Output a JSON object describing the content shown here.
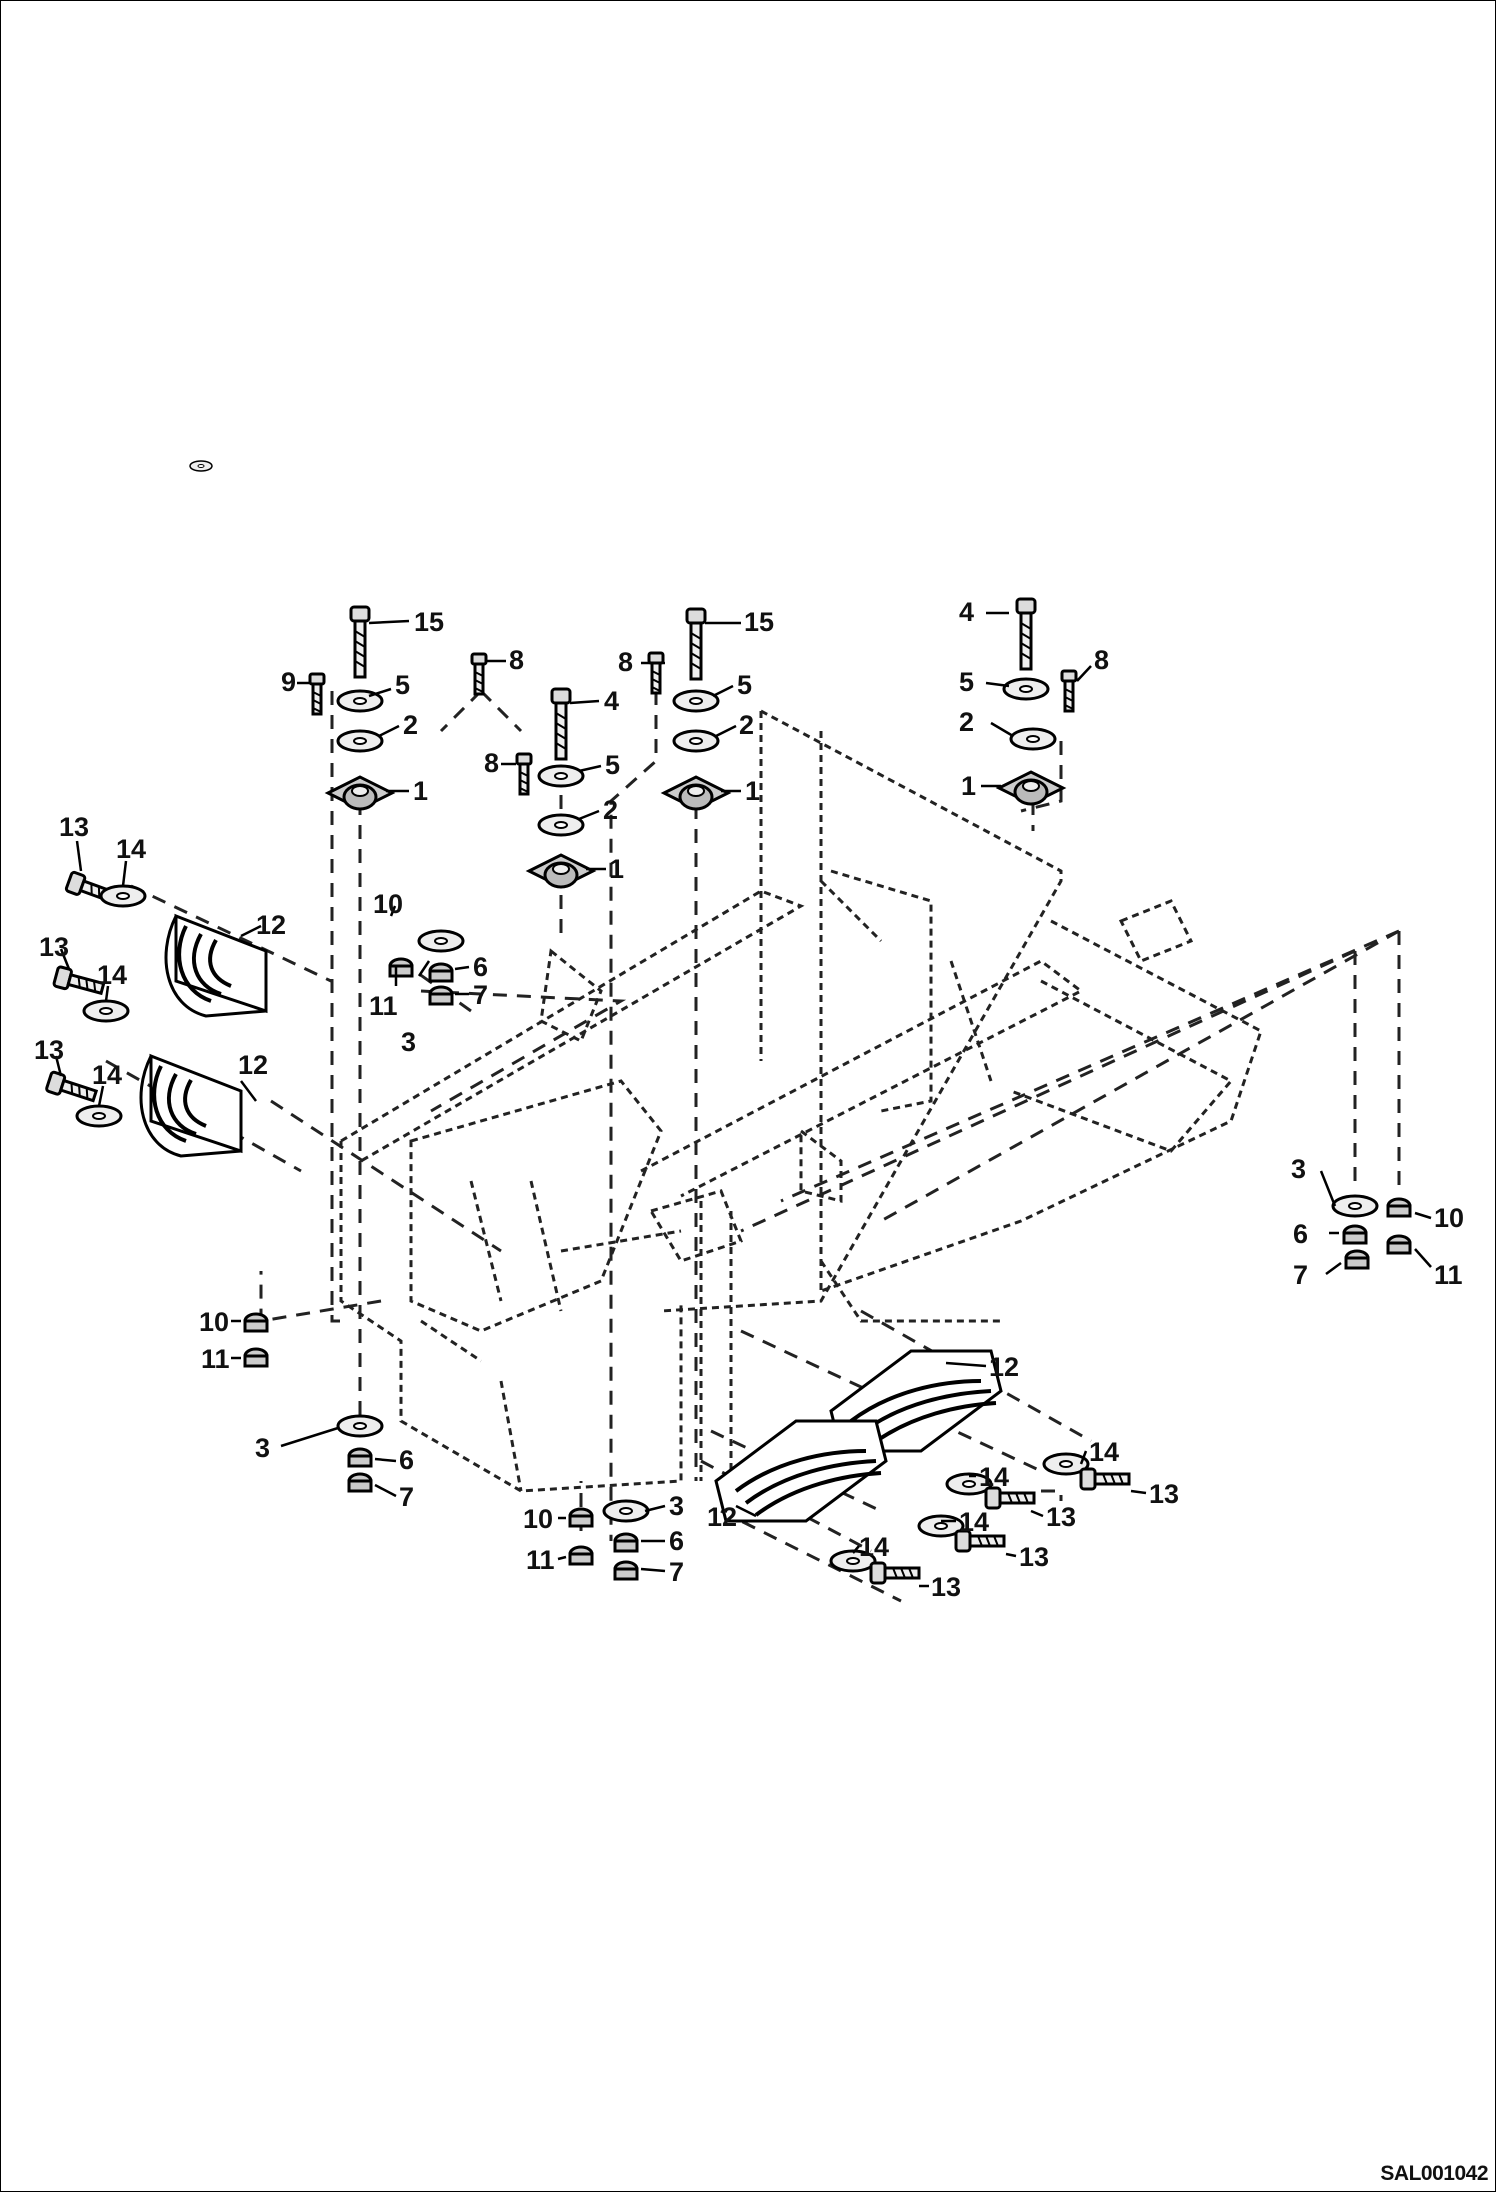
{
  "drawing": {
    "reference_code": "SAL001042"
  },
  "callouts": {
    "c15a": "15",
    "c8a": "8",
    "c9": "9",
    "c5a": "5",
    "c2a": "2",
    "c1a": "1",
    "c4a": "4",
    "c5b": "5",
    "c8b": "8",
    "c2b": "2",
    "c1b": "1",
    "c15b": "15",
    "c8c": "8",
    "c5c": "5",
    "c2c": "2",
    "c1c": "1",
    "c4b": "4",
    "c8d": "8",
    "c5d": "5",
    "c2d": "2",
    "c1d": "1",
    "c13a": "13",
    "c14a": "14",
    "c12a": "12",
    "c13b": "13",
    "c14b": "14",
    "c13c": "13",
    "c14c": "14",
    "c12b": "12",
    "c10a": "10",
    "c11a": "11",
    "c3a": "3",
    "c6a": "6",
    "c7a": "7",
    "c10b": "10",
    "c11b": "11",
    "c3b": "3",
    "c6b": "6",
    "c7b": "7",
    "c10c": "10",
    "c11c": "11",
    "c3c": "3",
    "c6c": "6",
    "c7c": "7",
    "c3d": "3",
    "c10d": "10",
    "c6d": "6",
    "c7d": "7",
    "c11d": "11",
    "c12c": "12",
    "c12d": "12",
    "c14d": "14",
    "c13d": "13",
    "c14e": "14",
    "c13e": "13",
    "c14f": "14",
    "c13f": "13",
    "c14g": "14",
    "c13g": "13"
  }
}
